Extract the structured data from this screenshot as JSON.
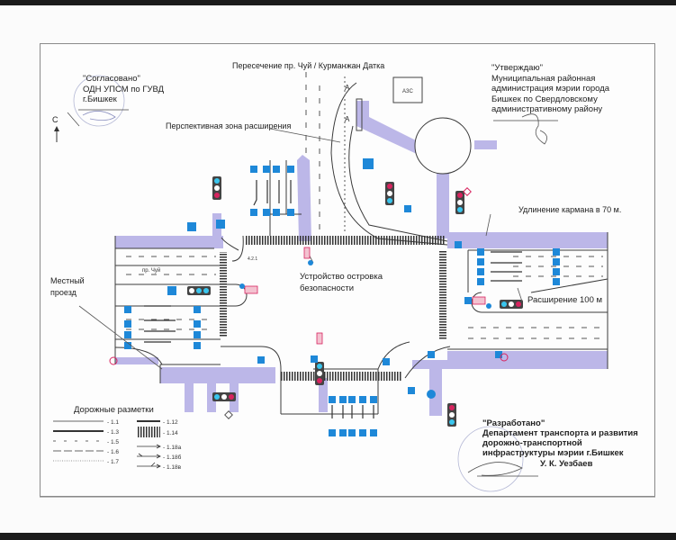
{
  "document": {
    "title": "Пересечение пр. Чуй / Курманжан Датка",
    "north_label": "С",
    "approvals": {
      "agreed": {
        "lines": [
          "\"Согласовано\"",
          "ОДН УПСМ по ГУВД",
          "г.Бишкек"
        ]
      },
      "approved": {
        "lines": [
          "\"Утверждаю\"",
          "Муниципальная районная",
          "администрация мэрии города",
          "Бишкек по Свердловскому",
          "административному району"
        ]
      },
      "developed": {
        "lines": [
          "\"Разработано\"",
          "Департамент транспорта и развития",
          "дорожно-транспортной",
          "инфраструктуры мэрии г.Бишкек"
        ],
        "signatory": "У. К. Уезбаев"
      }
    },
    "annotations": {
      "expansion_zone": "Перспективная зона расширения",
      "safety_island": [
        "Устройство островка",
        "безопасности"
      ],
      "pocket_extension": "Удлинение кармана в 70 м.",
      "widening": "Расширение 100 м",
      "local_road": [
        "Местный",
        "проезд"
      ],
      "street_name": "пр. Чуй",
      "gas_station": "АЗС",
      "section_marker": "А",
      "marking_code": "4.2.1"
    },
    "legend": {
      "title": "Дорожные разметки",
      "items": [
        {
          "code": "- 1.1",
          "style": "solid-thin"
        },
        {
          "code": "- 1.3",
          "style": "solid-thick"
        },
        {
          "code": "- 1.5",
          "style": "dash-short"
        },
        {
          "code": "- 1.6",
          "style": "dash-long"
        },
        {
          "code": "- 1.7",
          "style": "dotted"
        },
        {
          "code": "- 1.12",
          "style": "stop-line"
        },
        {
          "code": "- 1.14",
          "style": "zebra"
        },
        {
          "code": "- 1.18а",
          "style": "arrow-straight"
        },
        {
          "code": "- 1.18б",
          "style": "arrow-straight-left"
        },
        {
          "code": "- 1.18в",
          "style": "arrow-straight-right"
        }
      ]
    },
    "colors": {
      "road": "#b9b4e6",
      "sign_blue": "#1e88d8",
      "signal_red": "#d8245f",
      "signal_cyan": "#39c6ee",
      "line": "#3a3a3a"
    }
  }
}
